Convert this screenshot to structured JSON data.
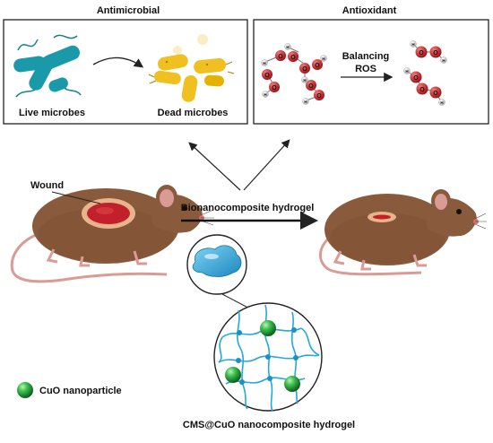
{
  "panels": {
    "antimicrobial": {
      "title": "Antimicrobial",
      "live_label": "Live microbes",
      "dead_label": "Dead microbes"
    },
    "antioxidant": {
      "title": "Antioxidant",
      "balancing_label_line1": "Balancing",
      "balancing_label_line2": "ROS",
      "atom_o_letter": "O",
      "atom_h_letter": "H"
    }
  },
  "main": {
    "wound_label": "Wound",
    "hydrogel_label": "Bionanocomposite  hydrogel"
  },
  "network": {
    "caption": "CMS@CuO nanocomposite hydrogel"
  },
  "legend": {
    "cuo_label": "CuO nanoparticle"
  },
  "colors": {
    "bacteria_live": "#1a9aa8",
    "bacteria_dead": "#f0c020",
    "mouse_fur": "#8a5a3c",
    "wound_red": "#c2202a",
    "hydrogel_blue": "#2aa6d9",
    "network_line": "#26a8dc",
    "nanoparticle_green": "#1e9e3a"
  },
  "icons": [
    "bacteria-icon",
    "molecule-icon",
    "mouse-icon",
    "hydrogel-blob-icon",
    "nanoparticle-icon"
  ]
}
